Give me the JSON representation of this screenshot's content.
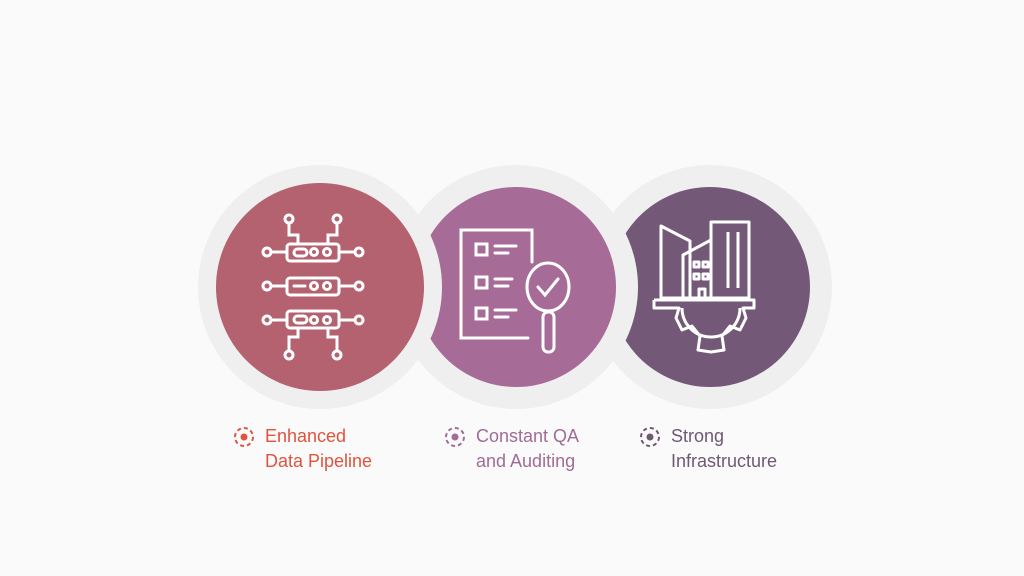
{
  "items": [
    {
      "line1": "Enhanced",
      "line2": "Data Pipeline",
      "icon": "server-network-icon",
      "circle_color": "#b56270",
      "text_color": "#e0533e"
    },
    {
      "line1": "Constant QA",
      "line2": "and Auditing",
      "icon": "checklist-magnifier-icon",
      "circle_color": "#a66b97",
      "text_color": "#a06c98"
    },
    {
      "line1": "Strong",
      "line2": "Infrastructure",
      "icon": "buildings-gear-icon",
      "circle_color": "#735878",
      "text_color": "#6f5876"
    }
  ],
  "ring_color": "#efefef"
}
